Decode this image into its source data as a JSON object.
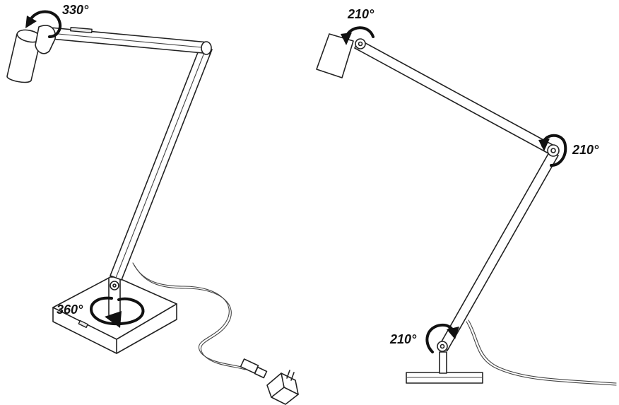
{
  "left_lamp": {
    "head_rotation": "330°",
    "base_rotation": "360°"
  },
  "right_lamp": {
    "head_joint": "210°",
    "elbow_joint": "210°",
    "base_joint": "210°"
  }
}
